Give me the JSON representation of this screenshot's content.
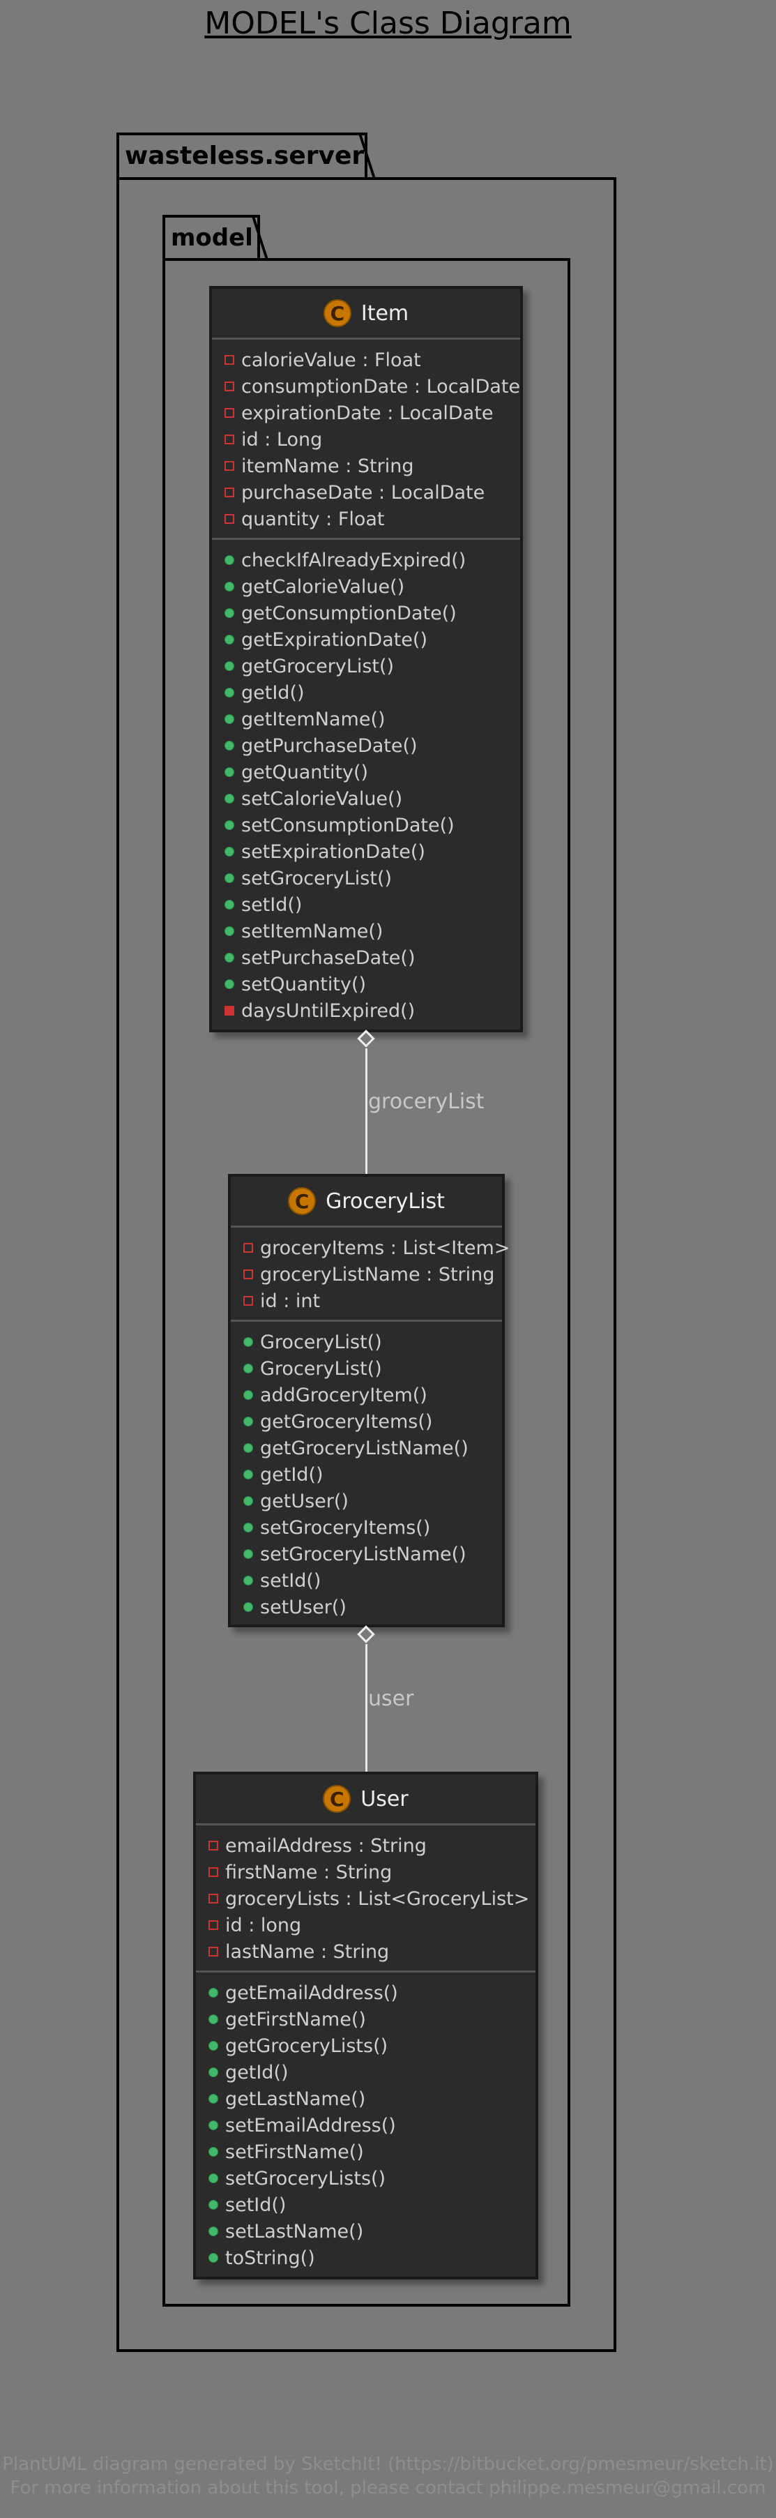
{
  "title": "MODEL's Class Diagram",
  "packages": {
    "outer": "wasteless.server",
    "inner": "model"
  },
  "classes": {
    "item": {
      "icon": "C",
      "name": "Item",
      "fields": [
        {
          "vis": "private",
          "text": "calorieValue : Float"
        },
        {
          "vis": "private",
          "text": "consumptionDate : LocalDate"
        },
        {
          "vis": "private",
          "text": "expirationDate : LocalDate"
        },
        {
          "vis": "private",
          "text": "id : Long"
        },
        {
          "vis": "private",
          "text": "itemName : String"
        },
        {
          "vis": "private",
          "text": "purchaseDate : LocalDate"
        },
        {
          "vis": "private",
          "text": "quantity : Float"
        }
      ],
      "methods": [
        {
          "vis": "public",
          "text": "checkIfAlreadyExpired()"
        },
        {
          "vis": "public",
          "text": "getCalorieValue()"
        },
        {
          "vis": "public",
          "text": "getConsumptionDate()"
        },
        {
          "vis": "public",
          "text": "getExpirationDate()"
        },
        {
          "vis": "public",
          "text": "getGroceryList()"
        },
        {
          "vis": "public",
          "text": "getId()"
        },
        {
          "vis": "public",
          "text": "getItemName()"
        },
        {
          "vis": "public",
          "text": "getPurchaseDate()"
        },
        {
          "vis": "public",
          "text": "getQuantity()"
        },
        {
          "vis": "public",
          "text": "setCalorieValue()"
        },
        {
          "vis": "public",
          "text": "setConsumptionDate()"
        },
        {
          "vis": "public",
          "text": "setExpirationDate()"
        },
        {
          "vis": "public",
          "text": "setGroceryList()"
        },
        {
          "vis": "public",
          "text": "setId()"
        },
        {
          "vis": "public",
          "text": "setItemName()"
        },
        {
          "vis": "public",
          "text": "setPurchaseDate()"
        },
        {
          "vis": "public",
          "text": "setQuantity()"
        },
        {
          "vis": "private-method",
          "text": "daysUntilExpired()"
        }
      ]
    },
    "grocerylist": {
      "icon": "C",
      "name": "GroceryList",
      "fields": [
        {
          "vis": "private",
          "text": "groceryItems : List<Item>"
        },
        {
          "vis": "private",
          "text": "groceryListName : String"
        },
        {
          "vis": "private",
          "text": "id : int"
        }
      ],
      "methods": [
        {
          "vis": "public",
          "text": "GroceryList()"
        },
        {
          "vis": "public",
          "text": "GroceryList()"
        },
        {
          "vis": "public",
          "text": "addGroceryItem()"
        },
        {
          "vis": "public",
          "text": "getGroceryItems()"
        },
        {
          "vis": "public",
          "text": "getGroceryListName()"
        },
        {
          "vis": "public",
          "text": "getId()"
        },
        {
          "vis": "public",
          "text": "getUser()"
        },
        {
          "vis": "public",
          "text": "setGroceryItems()"
        },
        {
          "vis": "public",
          "text": "setGroceryListName()"
        },
        {
          "vis": "public",
          "text": "setId()"
        },
        {
          "vis": "public",
          "text": "setUser()"
        }
      ]
    },
    "user": {
      "icon": "C",
      "name": "User",
      "fields": [
        {
          "vis": "private",
          "text": "emailAddress : String"
        },
        {
          "vis": "private",
          "text": "firstName : String"
        },
        {
          "vis": "private",
          "text": "groceryLists : List<GroceryList>"
        },
        {
          "vis": "private",
          "text": "id : long"
        },
        {
          "vis": "private",
          "text": "lastName : String"
        }
      ],
      "methods": [
        {
          "vis": "public",
          "text": "getEmailAddress()"
        },
        {
          "vis": "public",
          "text": "getFirstName()"
        },
        {
          "vis": "public",
          "text": "getGroceryLists()"
        },
        {
          "vis": "public",
          "text": "getId()"
        },
        {
          "vis": "public",
          "text": "getLastName()"
        },
        {
          "vis": "public",
          "text": "setEmailAddress()"
        },
        {
          "vis": "public",
          "text": "setFirstName()"
        },
        {
          "vis": "public",
          "text": "setGroceryLists()"
        },
        {
          "vis": "public",
          "text": "setId()"
        },
        {
          "vis": "public",
          "text": "setLastName()"
        },
        {
          "vis": "public",
          "text": "toString()"
        }
      ]
    }
  },
  "associations": {
    "item_grocerylist": "groceryList",
    "grocerylist_user": "user"
  },
  "footer": {
    "line1": "PlantUML diagram generated by SketchIt! (https://bitbucket.org/pmesmeur/sketch.it)",
    "line2": "For more information about this tool, please contact philippe.mesmeur@gmail.com"
  },
  "colors": {
    "background": "#7a7a7a",
    "class_fill": "#2b2b2b",
    "class_icon": "#c77700",
    "public_marker": "#44b86a",
    "private_marker": "#cc3333"
  }
}
